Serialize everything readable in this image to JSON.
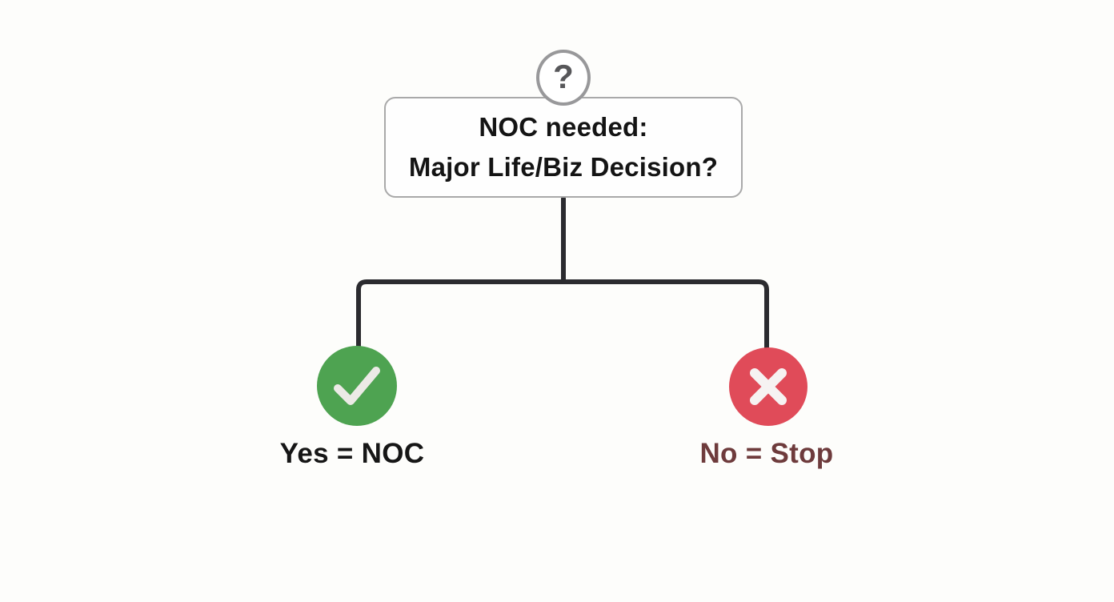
{
  "diagram": {
    "question_badge": "?",
    "decision_box": {
      "line1": "NOC needed:",
      "line2": "Major Life/Biz Decision?"
    },
    "branches": {
      "yes": {
        "label": "Yes = NOC",
        "icon": "checkmark-icon"
      },
      "no": {
        "label": "No = Stop",
        "icon": "x-mark-icon"
      }
    }
  },
  "colors": {
    "background": "#FDFDFB",
    "connector": "#2B2B2F",
    "box_border": "#A9A9A9",
    "question_circle_border": "#98989A",
    "yes_circle": "#4EA351",
    "no_circle": "#E04B59",
    "no_label": "#6E3B3C"
  }
}
